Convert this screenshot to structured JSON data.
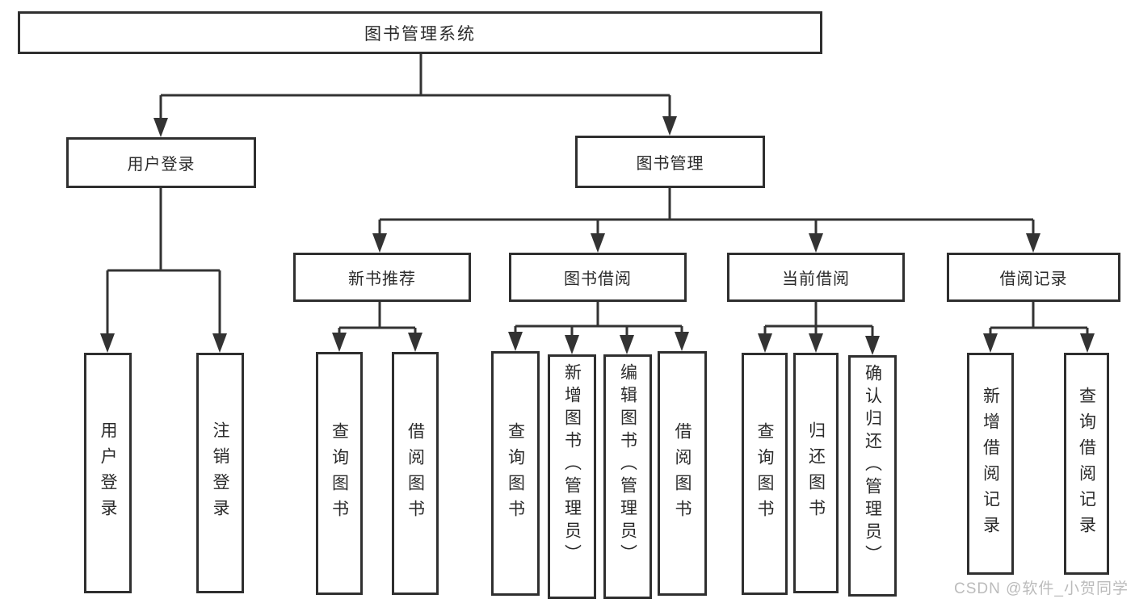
{
  "diagram": {
    "root": {
      "label": "图书管理系统"
    },
    "level2": {
      "user_login": {
        "label": "用户登录"
      },
      "book_mgmt": {
        "label": "图书管理"
      }
    },
    "level3": {
      "new_books": {
        "label": "新书推荐"
      },
      "book_borrow": {
        "label": "图书借阅"
      },
      "current_borrow": {
        "label": "当前借阅"
      },
      "borrow_records": {
        "label": "借阅记录"
      }
    },
    "leaves": {
      "user_login": [
        "用户登录",
        "注销登录"
      ],
      "new_books": [
        "查询图书",
        "借阅图书"
      ],
      "book_borrow": [
        "查询图书",
        "新增图书（管理员）",
        "编辑图书（管理员）",
        "借阅图书"
      ],
      "current_borrow": [
        "查询图书",
        "归还图书",
        "确认归还（管理员）"
      ],
      "borrow_records": [
        "新增借阅记录",
        "查询借阅记录"
      ]
    }
  },
  "watermark": {
    "text": "CSDN @软件_小贺同学"
  },
  "colors": {
    "line": "#333333",
    "border": "#2f2f2f",
    "text": "#2b2b2b",
    "watermark": "#b4b4b4"
  }
}
